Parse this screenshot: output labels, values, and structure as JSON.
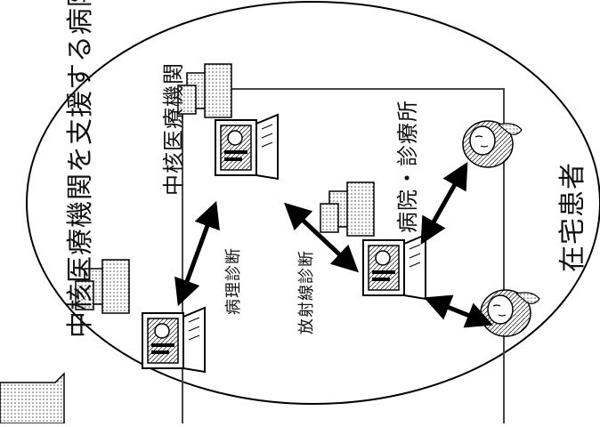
{
  "labels": {
    "support_hospital": "中核医療機関を支援する病院",
    "core_institution": "中核医療機関",
    "hospital_clinic": "病院・診療所",
    "home_patient": "在宅患者",
    "radiology_diagnosis": "放射線診断",
    "pathology_diagnosis": "病理診断"
  },
  "icons": [
    "building-icon",
    "computer-terminal-icon",
    "patient-icon",
    "bidirectional-arrow-icon"
  ]
}
